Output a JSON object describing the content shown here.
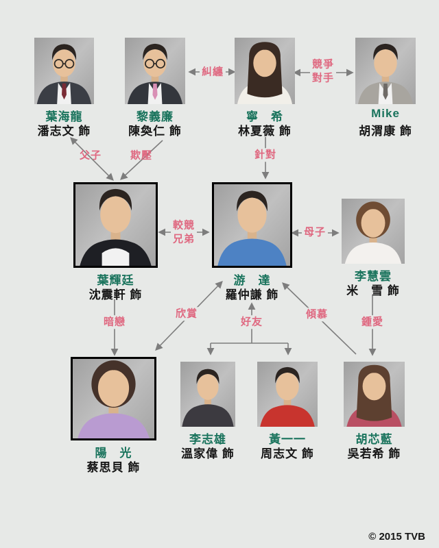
{
  "colors": {
    "background": "#e7e9e7",
    "character_name": "#19735c",
    "actor_name": "#161616",
    "relationship_label": "#df6880",
    "arrow": "#7d7d7d",
    "photo_border": "#000000"
  },
  "characters": [
    {
      "id": "yehailong",
      "name": "葉海龍",
      "actor": "潘志文 飾"
    },
    {
      "id": "liyilian",
      "name": "黎義廉",
      "actor": "陳奐仁 飾"
    },
    {
      "id": "ningxi",
      "name": "寧　希",
      "actor": "林夏薇 飾"
    },
    {
      "id": "mike",
      "name": "Mike",
      "actor": "胡渭康 飾"
    },
    {
      "id": "yehuiting",
      "name": "葉輝廷",
      "actor": "沈震軒 飾"
    },
    {
      "id": "youda",
      "name": "游　達",
      "actor": "羅仲謙 飾"
    },
    {
      "id": "lihuiyun",
      "name": "李慧雲",
      "actor": "米　雪 飾"
    },
    {
      "id": "yangguang",
      "name": "陽　光",
      "actor": "蔡思貝 飾"
    },
    {
      "id": "lizhixiong",
      "name": "李志雄",
      "actor": "溫家偉 飾"
    },
    {
      "id": "huangyiyi",
      "name": "黃一一",
      "actor": "周志文 飾"
    },
    {
      "id": "huxinlan",
      "name": "胡芯藍",
      "actor": "吳若希 飾"
    }
  ],
  "relationships": [
    {
      "id": "jiuchan",
      "label": "糾纏",
      "from": "黎義廉",
      "to": "寧希",
      "direction": "both"
    },
    {
      "id": "jingzheng",
      "label": "競爭\n對手",
      "from": "寧希",
      "to": "Mike",
      "direction": "both"
    },
    {
      "id": "fuzi",
      "label": "父子",
      "from": "葉海龍",
      "to": "葉輝廷",
      "direction": "both"
    },
    {
      "id": "qiya",
      "label": "欺壓",
      "from": "黎義廉",
      "to": "葉輝廷",
      "direction": "one-way"
    },
    {
      "id": "zhendui",
      "label": "針對",
      "from": "寧希",
      "to": "游達",
      "direction": "one-way"
    },
    {
      "id": "jiaojing",
      "label": "較競\n兄弟",
      "from": "葉輝廷",
      "to": "游達",
      "direction": "both"
    },
    {
      "id": "muzi",
      "label": "母子",
      "from": "游達",
      "to": "李慧雲",
      "direction": "both"
    },
    {
      "id": "anlian",
      "label": "暗戀",
      "from": "葉輝廷",
      "to": "陽光",
      "direction": "one-way"
    },
    {
      "id": "xinshang",
      "label": "欣賞",
      "from": "陽光",
      "to": "游達",
      "direction": "both"
    },
    {
      "id": "haoyou",
      "label": "好友",
      "from": "游達",
      "to": "李志雄、黃一一",
      "direction": "both"
    },
    {
      "id": "qingmu",
      "label": "傾慕",
      "from": "胡芯藍",
      "to": "游達",
      "direction": "one-way"
    },
    {
      "id": "zhongai",
      "label": "鍾愛",
      "from": "李慧雲",
      "to": "胡芯藍",
      "direction": "one-way"
    }
  ],
  "copyright": "© 2015 TVB"
}
